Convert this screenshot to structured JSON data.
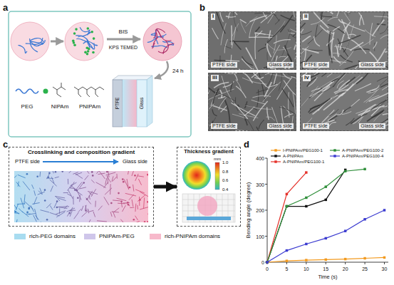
{
  "diagram": {
    "nodes": [
      {
        "text": [
          "i",
          "PTFE side",
          "Glass side"
        ]
      },
      {
        "text": [
          "ii",
          "PTFE side",
          "Glass side"
        ]
      },
      {
        "text": [
          "iii",
          "PTFE side",
          "Glass side"
        ]
      },
      {
        "text": [
          "iv",
          "PTFE side",
          "Glass side"
        ]
      },
      {
        "text": [
          "Crosslinking and composition gradient",
          "PTFE side",
          "Glass side"
        ]
      },
      {
        "text": [
          "Thickness gradient"
        ]
      }
    ],
    "edges": [
      {
        "from": 4,
        "to": 5,
        "arrow": "to"
      }
    ],
    "labels": [
      "a",
      "b",
      "c",
      "d",
      "BIS",
      "KPS TEMED",
      "24 h",
      "PEG",
      "NIPAm",
      "PNIPAm",
      "PTFE",
      "Glass",
      "0",
      "100",
      "200",
      "300",
      "400",
      "0",
      "5",
      "10",
      "15",
      "20",
      "25",
      "30",
      "Bending angle (degree)",
      "Time (s)",
      "mm",
      "1.0",
      "0.8",
      "0.6",
      "0.4"
    ],
    "legend": [
      {
        "text": "rich-PEG domains",
        "color": "#a8dcf0"
      },
      {
        "text": "PNIPAm-PEG",
        "color": "#cfc6ea"
      },
      {
        "text": "rich-PNIPAm domains",
        "color": "#f7b9cb"
      },
      {
        "text": "I-PNIPAm/PEG100-1"
      },
      {
        "text": "A-PNIPAm"
      },
      {
        "text": "A-PNIPAm/PEG100-1"
      },
      {
        "text": "A-PNIPAm/PEG100-2"
      },
      {
        "text": "A-PNIPAm/PEG100-4"
      }
    ]
  }
}
